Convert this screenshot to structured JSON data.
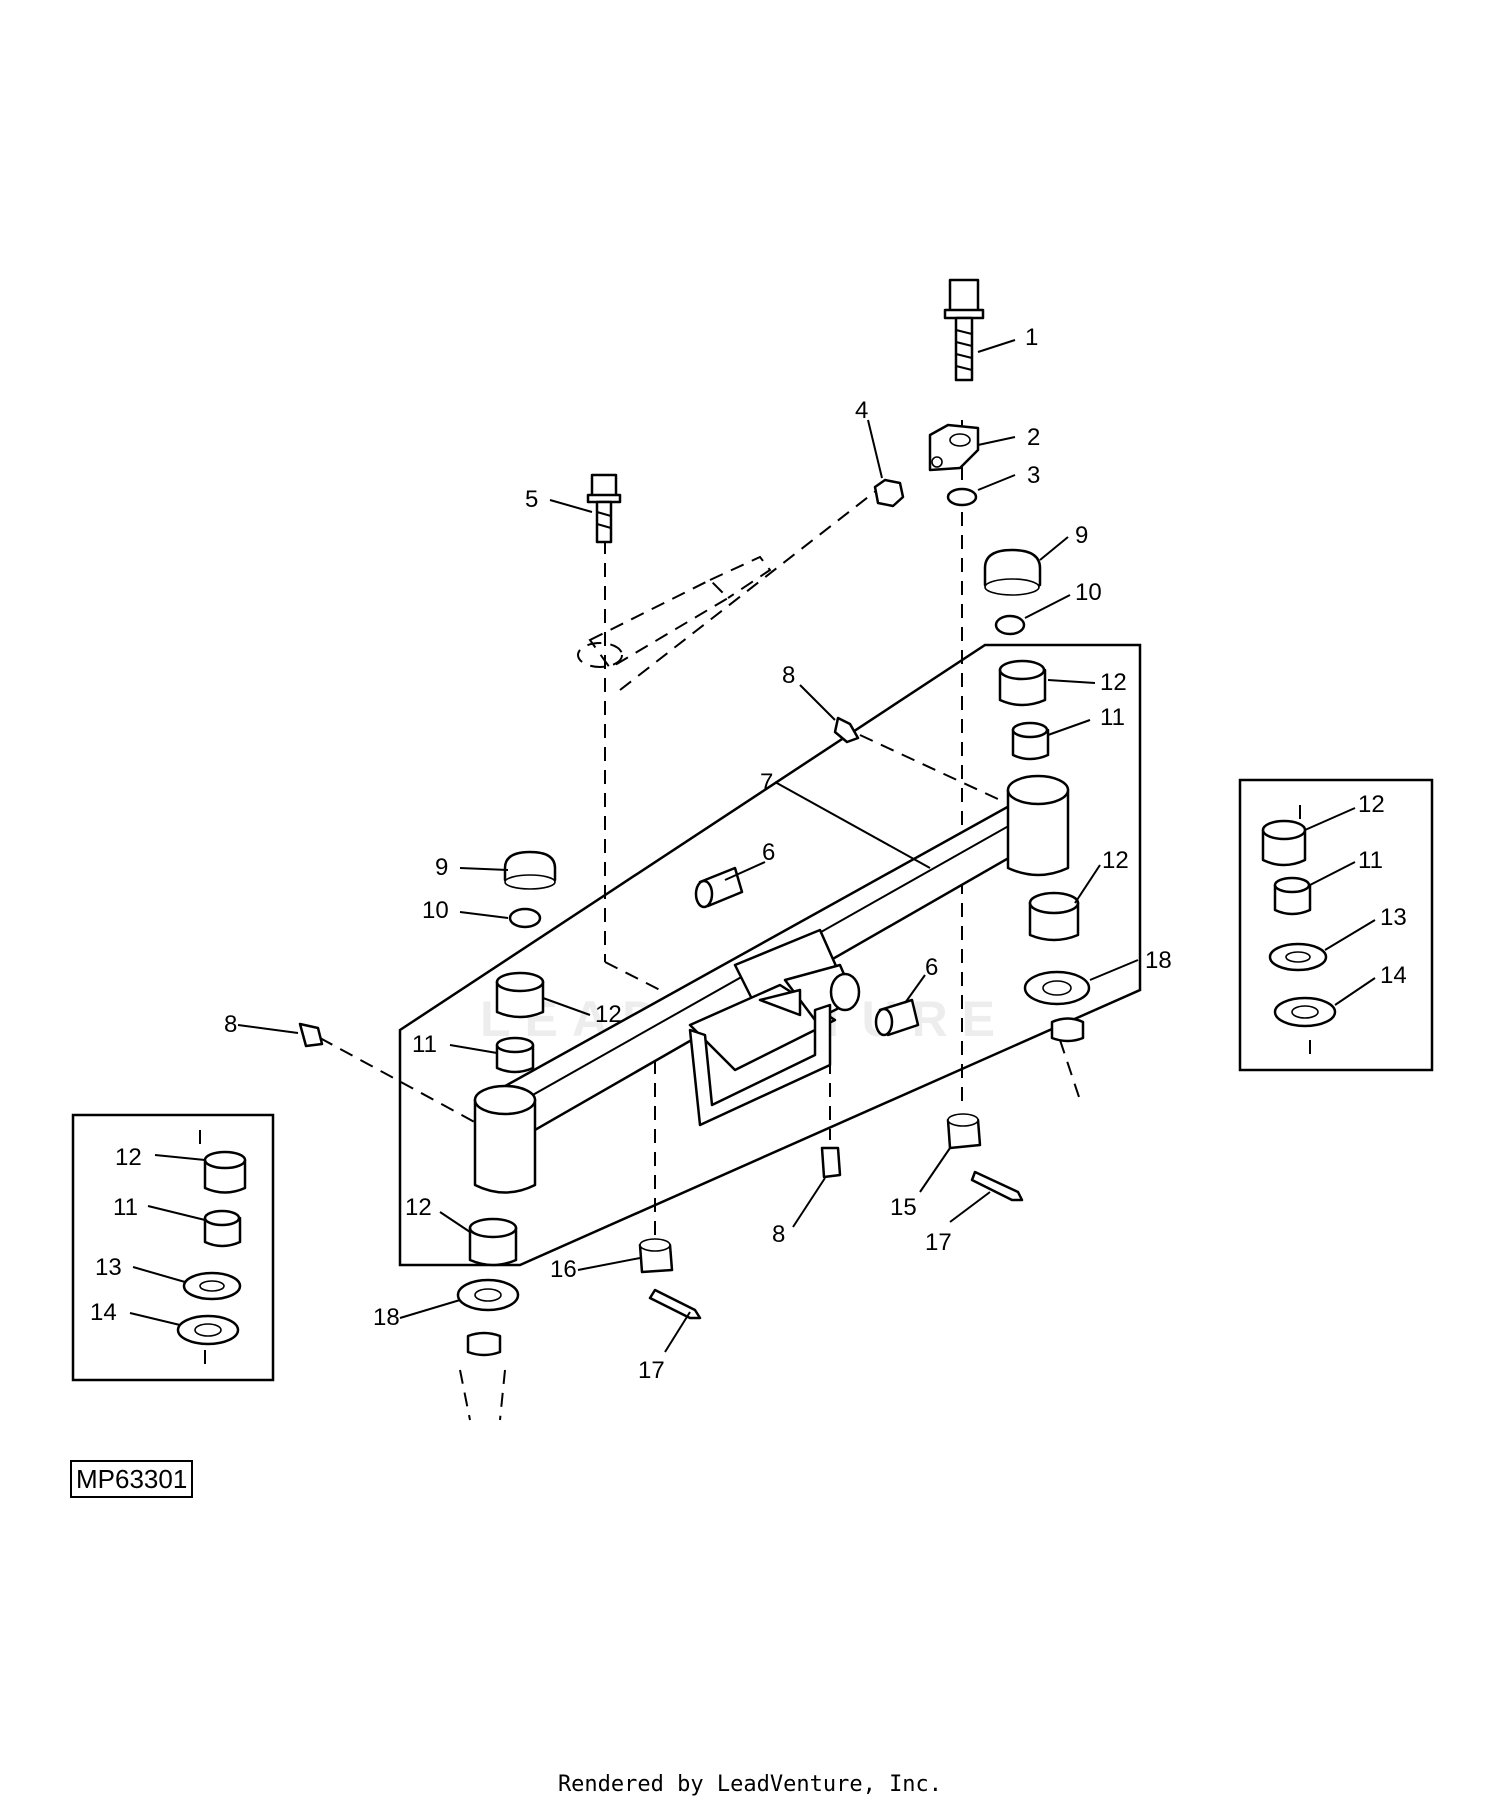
{
  "figure_id": "MP63301",
  "credit": "Rendered by LeadVenture, Inc.",
  "watermark": "LEADVENTURE",
  "callouts": {
    "c1": "1",
    "c2": "2",
    "c3": "3",
    "c4": "4",
    "c5": "5",
    "c6a": "6",
    "c6b": "6",
    "c7": "7",
    "c8a": "8",
    "c8b": "8",
    "c8c": "8",
    "c9a": "9",
    "c9b": "9",
    "c10a": "10",
    "c10b": "10",
    "c11a": "11",
    "c11b": "11",
    "c11c": "11",
    "c11d": "11",
    "c12a": "12",
    "c12b": "12",
    "c12c": "12",
    "c12d": "12",
    "c12e": "12",
    "c12f": "12",
    "c13a": "13",
    "c13b": "13",
    "c14a": "14",
    "c14b": "14",
    "c15": "15",
    "c16": "16",
    "c17a": "17",
    "c17b": "17",
    "c18a": "18",
    "c18b": "18"
  }
}
